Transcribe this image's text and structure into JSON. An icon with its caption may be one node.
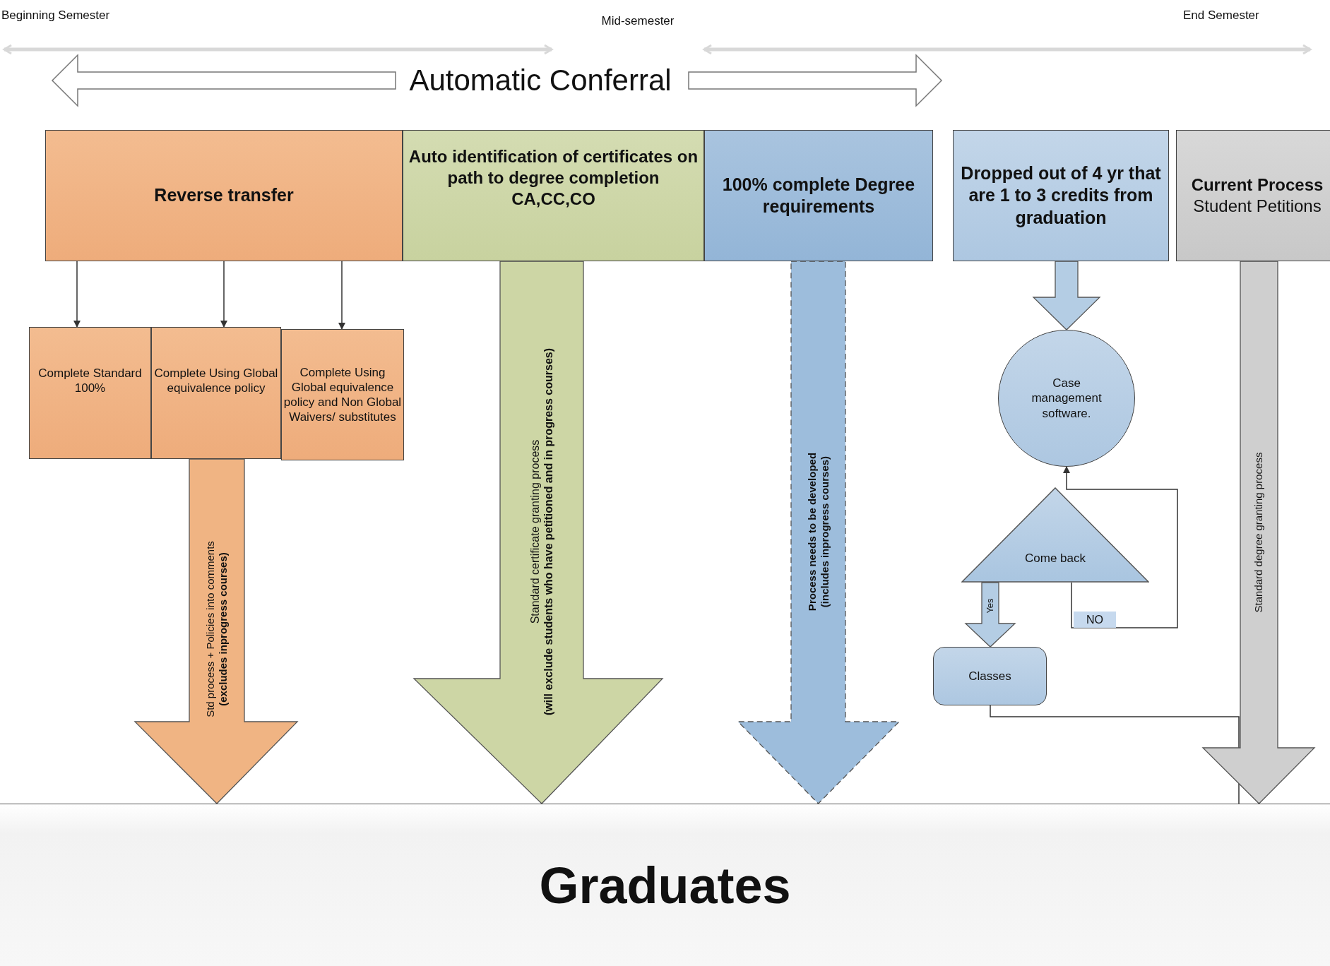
{
  "diagram": {
    "title": "Automatic Conferral",
    "nodes": [
      {
        "text": [
          "Reverse transfer"
        ]
      },
      {
        "text": [
          "Auto identification of certificates on path to degree completion CA,CC,CO"
        ]
      },
      {
        "text": [
          "100% complete Degree requirements"
        ]
      },
      {
        "text": [
          "Dropped out of 4 yr that are 1 to 3 credits from graduation"
        ]
      },
      {
        "text": [
          "Current Process",
          "Student Petitions"
        ]
      },
      {
        "text": [
          "Complete Standard 100%"
        ]
      },
      {
        "text": [
          "Complete Using Global equivalence policy"
        ]
      },
      {
        "text": [
          "Complete Using Global equivalence policy and Non Global Waivers/ substitutes"
        ]
      },
      {
        "text": [
          "Case management software."
        ]
      },
      {
        "text": [
          "Come back"
        ]
      },
      {
        "text": [
          "Classes"
        ]
      },
      {
        "text": [
          "Graduates"
        ]
      }
    ],
    "edges": [
      {
        "from": 0,
        "to": 5,
        "arrow": "to"
      },
      {
        "from": 0,
        "to": 6,
        "arrow": "to"
      },
      {
        "from": 0,
        "to": 7,
        "arrow": "to"
      },
      {
        "from": 6,
        "to": 11,
        "arrow": "to",
        "label": "Std process + Policies into comments **(excludes inprogress courses)**",
        "color": "#f0b483"
      },
      {
        "from": 1,
        "to": 11,
        "arrow": "to",
        "label": "Standard certificate granting process **(will exclude students who have petitioned and in progress courses)**",
        "color": "#cdd6a5"
      },
      {
        "from": 2,
        "to": 11,
        "arrow": "to",
        "label": "**Process needs to be developed (includes inprogress courses)**",
        "style": "dashed",
        "color": "#9dbddc"
      },
      {
        "from": 3,
        "to": 8,
        "arrow": "to",
        "color": "#b4cde4"
      },
      {
        "from": 9,
        "to": 10,
        "arrow": "to",
        "label": "Yes",
        "color": "#b4cde4"
      },
      {
        "from": 9,
        "to": 8,
        "arrow": "to",
        "label": "NO"
      },
      {
        "from": 10,
        "to": 11,
        "arrow": "none"
      },
      {
        "from": 4,
        "to": 11,
        "arrow": "to",
        "label": "Standard degree granting process",
        "color": "#cfcfcf"
      }
    ],
    "labels": [
      "Beginning Semester",
      "Mid-semester",
      "End Semester"
    ]
  }
}
